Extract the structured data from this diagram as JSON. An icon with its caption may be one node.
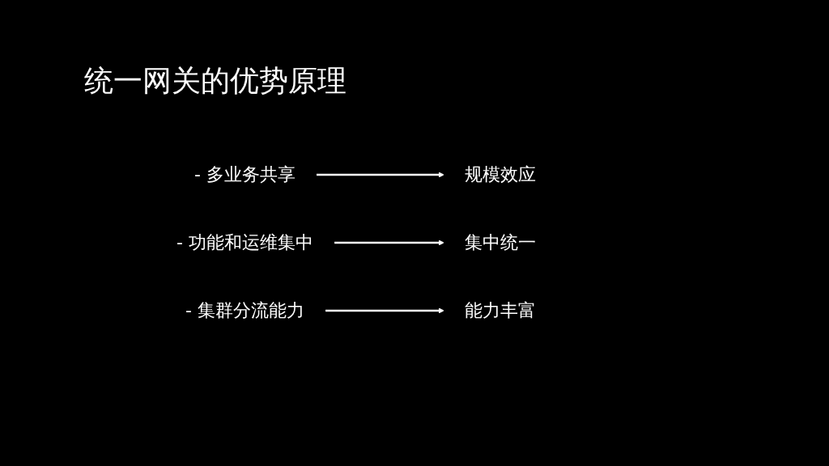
{
  "diagram": {
    "title": "统一网关的优势原理",
    "nodes": [
      {
        "text": [
          "- 多业务共享"
        ]
      },
      {
        "text": [
          "规模效应"
        ]
      },
      {
        "text": [
          "- 功能和运维集中"
        ]
      },
      {
        "text": [
          "集中统一"
        ]
      },
      {
        "text": [
          "- 集群分流能力"
        ]
      },
      {
        "text": [
          "能力丰富"
        ]
      }
    ],
    "edges": [
      {
        "from": 0,
        "to": 1,
        "arrow": "to"
      },
      {
        "from": 2,
        "to": 3,
        "arrow": "to"
      },
      {
        "from": 4,
        "to": 5,
        "arrow": "to"
      }
    ]
  }
}
